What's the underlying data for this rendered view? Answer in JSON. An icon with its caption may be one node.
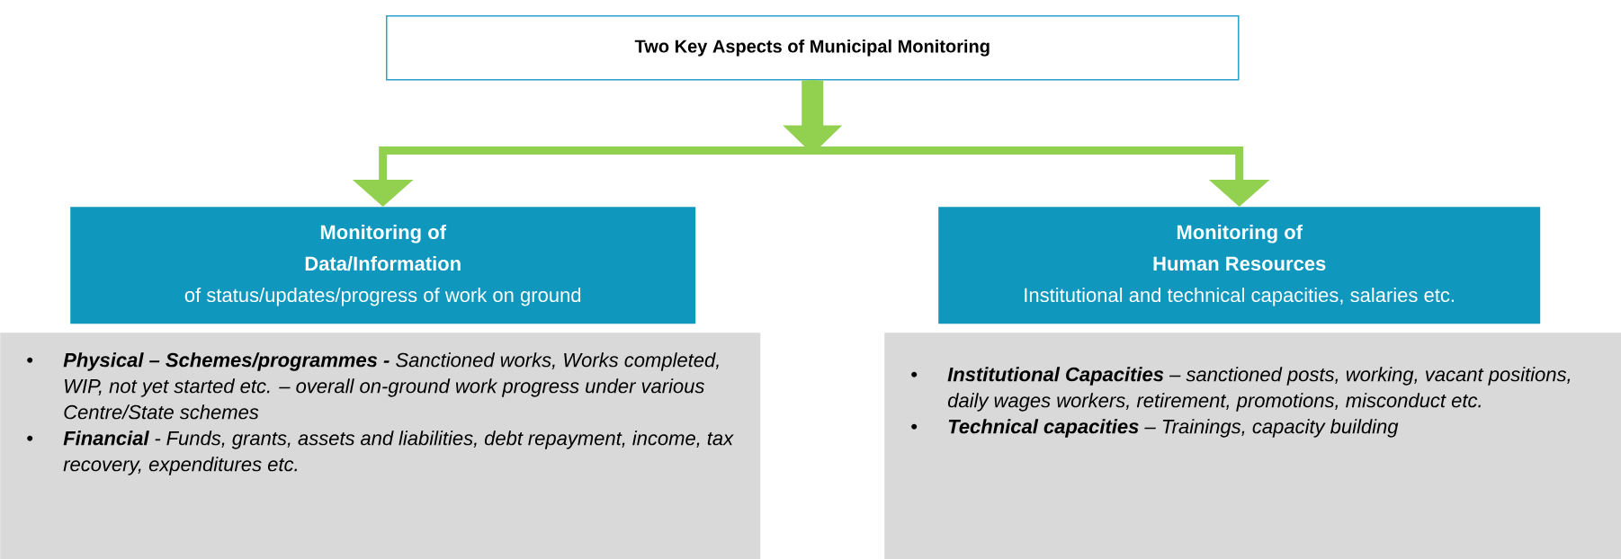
{
  "diagram": {
    "nodes": [
      {
        "text": [
          "Two Key Aspects of Municipal Monitoring"
        ]
      },
      {
        "text": [
          "Monitoring of Data/Information",
          "of status/updates/progress of work on ground"
        ]
      },
      {
        "text": [
          "Monitoring of Human Resources",
          "Institutional and technical capacities, salaries etc."
        ]
      },
      {
        "text": [
          "**Physical – Schemes/programmes -** Sanctioned works, Works completed, WIP, not yet started etc. – overall on-ground work progress under various Centre/State schemes",
          "**Financial** - Funds, grants, assets and liabilities, debt repayment, income, tax recovery, expenditures etc."
        ]
      },
      {
        "text": [
          "**Institutional Capacities** – sanctioned posts, working, vacant positions, daily wages workers, retirement, promotions, misconduct etc.",
          "**Technical capacities** – Trainings, capacity building"
        ]
      }
    ],
    "edges": [
      {
        "from": 0,
        "to": 1,
        "arrow": "to"
      },
      {
        "from": 0,
        "to": 2,
        "arrow": "to"
      }
    ]
  }
}
